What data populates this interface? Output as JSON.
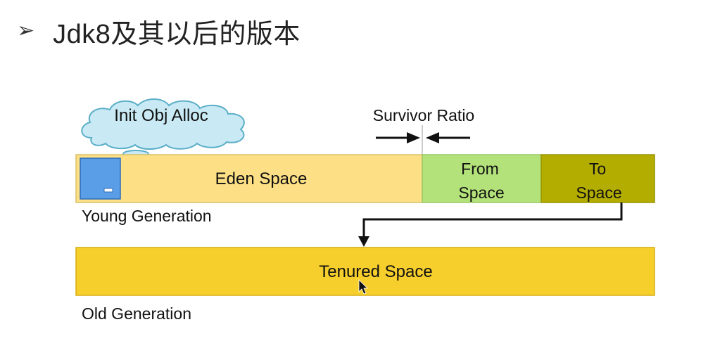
{
  "slide": {
    "bullet": "➢",
    "title": "Jdk8及其以后的版本"
  },
  "diagram": {
    "cloud_label": "Init Obj Alloc",
    "survivor_ratio_label": "Survivor Ratio",
    "eden_label": "Eden Space",
    "from_label_1": "From",
    "from_label_2": "Space",
    "to_label_1": "To",
    "to_label_2": "Space",
    "young_gen_label": "Young Generation",
    "tenured_label": "Tenured Space",
    "old_gen_label": "Old Generation",
    "colors": {
      "eden": "#fde085",
      "from": "#b4e27a",
      "to": "#b3ad00",
      "tenured": "#f7cf2c",
      "object": "#5b9ee8",
      "cloud": "#c9eaf4"
    }
  }
}
